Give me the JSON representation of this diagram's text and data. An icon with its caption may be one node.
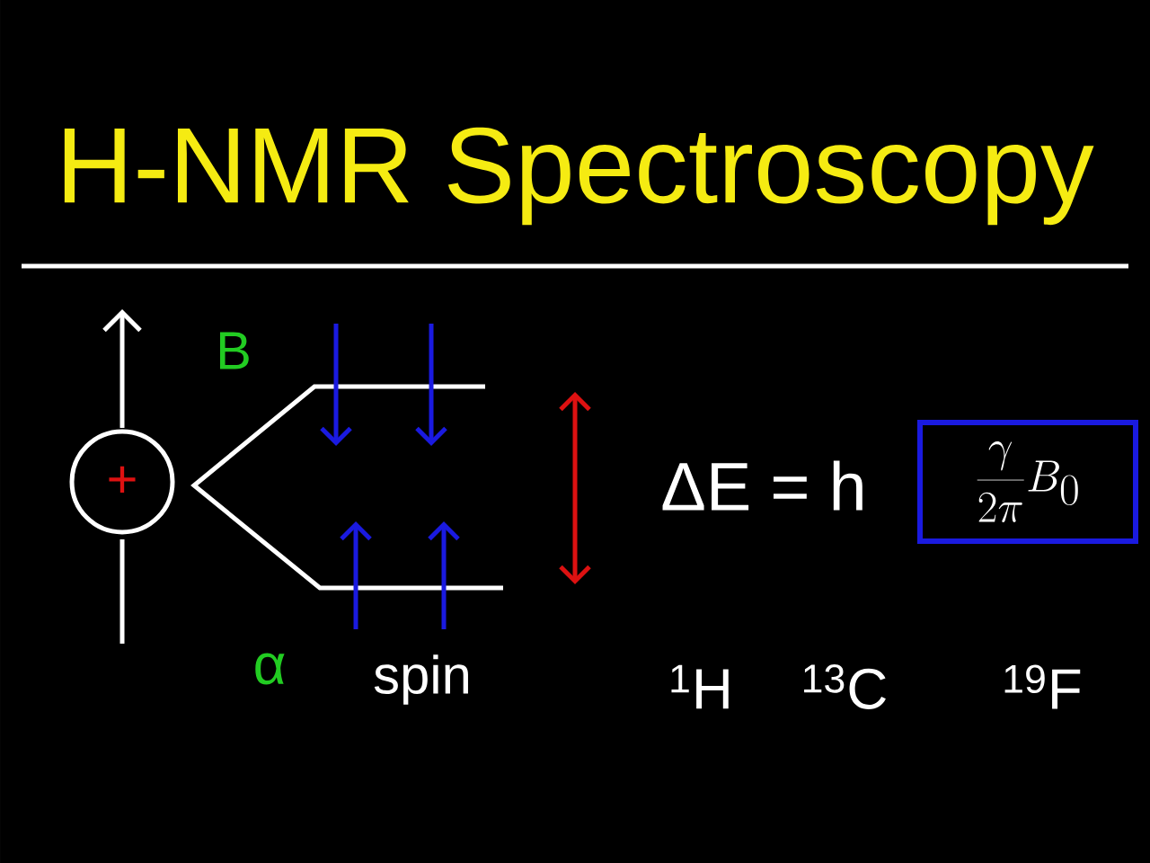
{
  "diagram": {
    "title": "H-NMR Spectroscopy",
    "nodes": [
      {
        "text": [
          "+"
        ]
      },
      {
        "text": [
          "\\frac{\\gamma}{2\\pi}B_0"
        ]
      }
    ],
    "labels": [
      "B",
      "α",
      "spin",
      "ΔE = h",
      "$^{1}$H",
      "$^{13}$C",
      "$^{19}$F"
    ]
  }
}
